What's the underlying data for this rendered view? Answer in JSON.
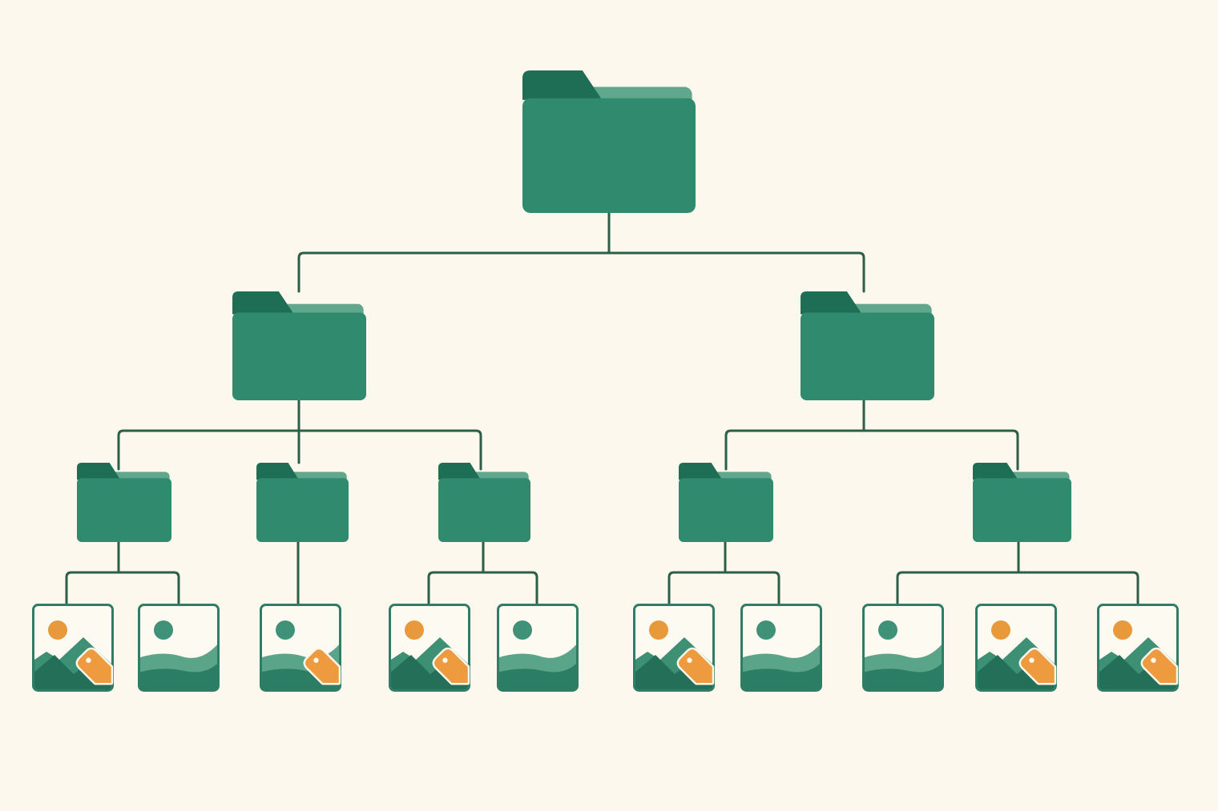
{
  "colors": {
    "background": "#fcf8ee",
    "folder": "#2f8a6e",
    "folder_tab": "#1d6e55",
    "folder_back": "#5fa88d",
    "connector": "#2d5e48",
    "photo_frame": "#2e7d64",
    "photo_bg": "#fdfaf2",
    "sun_warm": "#e8993b",
    "sun_cool": "#3f9278",
    "tag": "#ee9a3e",
    "mountain_dark": "#246f57",
    "mountain_light": "#3d9074",
    "wave_light": "#5aa589",
    "wave_dark": "#2b7d63"
  },
  "tree": {
    "root": {
      "type": "folder",
      "icon": "folder-icon"
    },
    "level1": [
      {
        "type": "folder",
        "icon": "folder-icon"
      },
      {
        "type": "folder",
        "icon": "folder-icon"
      }
    ],
    "level2": [
      {
        "type": "folder",
        "icon": "folder-icon",
        "parent": 0
      },
      {
        "type": "folder",
        "icon": "folder-icon",
        "parent": 0
      },
      {
        "type": "folder",
        "icon": "folder-icon",
        "parent": 0
      },
      {
        "type": "folder",
        "icon": "folder-icon",
        "parent": 1
      },
      {
        "type": "folder",
        "icon": "folder-icon",
        "parent": 1
      }
    ],
    "images": [
      {
        "icon": "image-icon",
        "parent": 0,
        "sun": "warm",
        "scene": "mountains",
        "tagged": true
      },
      {
        "icon": "image-icon",
        "parent": 0,
        "sun": "cool",
        "scene": "waves",
        "tagged": false
      },
      {
        "icon": "image-icon",
        "parent": 1,
        "sun": "cool",
        "scene": "waves",
        "tagged": true
      },
      {
        "icon": "image-icon",
        "parent": 2,
        "sun": "warm",
        "scene": "mountains",
        "tagged": true
      },
      {
        "icon": "image-icon",
        "parent": 2,
        "sun": "cool",
        "scene": "waves",
        "tagged": false
      },
      {
        "icon": "image-icon",
        "parent": 3,
        "sun": "warm",
        "scene": "mountains",
        "tagged": true
      },
      {
        "icon": "image-icon",
        "parent": 3,
        "sun": "cool",
        "scene": "waves",
        "tagged": false
      },
      {
        "icon": "image-icon",
        "parent": 4,
        "sun": "cool",
        "scene": "waves",
        "tagged": false
      },
      {
        "icon": "image-icon",
        "parent": 4,
        "sun": "warm",
        "scene": "mountains",
        "tagged": true
      },
      {
        "icon": "image-icon",
        "parent": 4,
        "sun": "warm",
        "scene": "mountains",
        "tagged": true
      }
    ]
  }
}
